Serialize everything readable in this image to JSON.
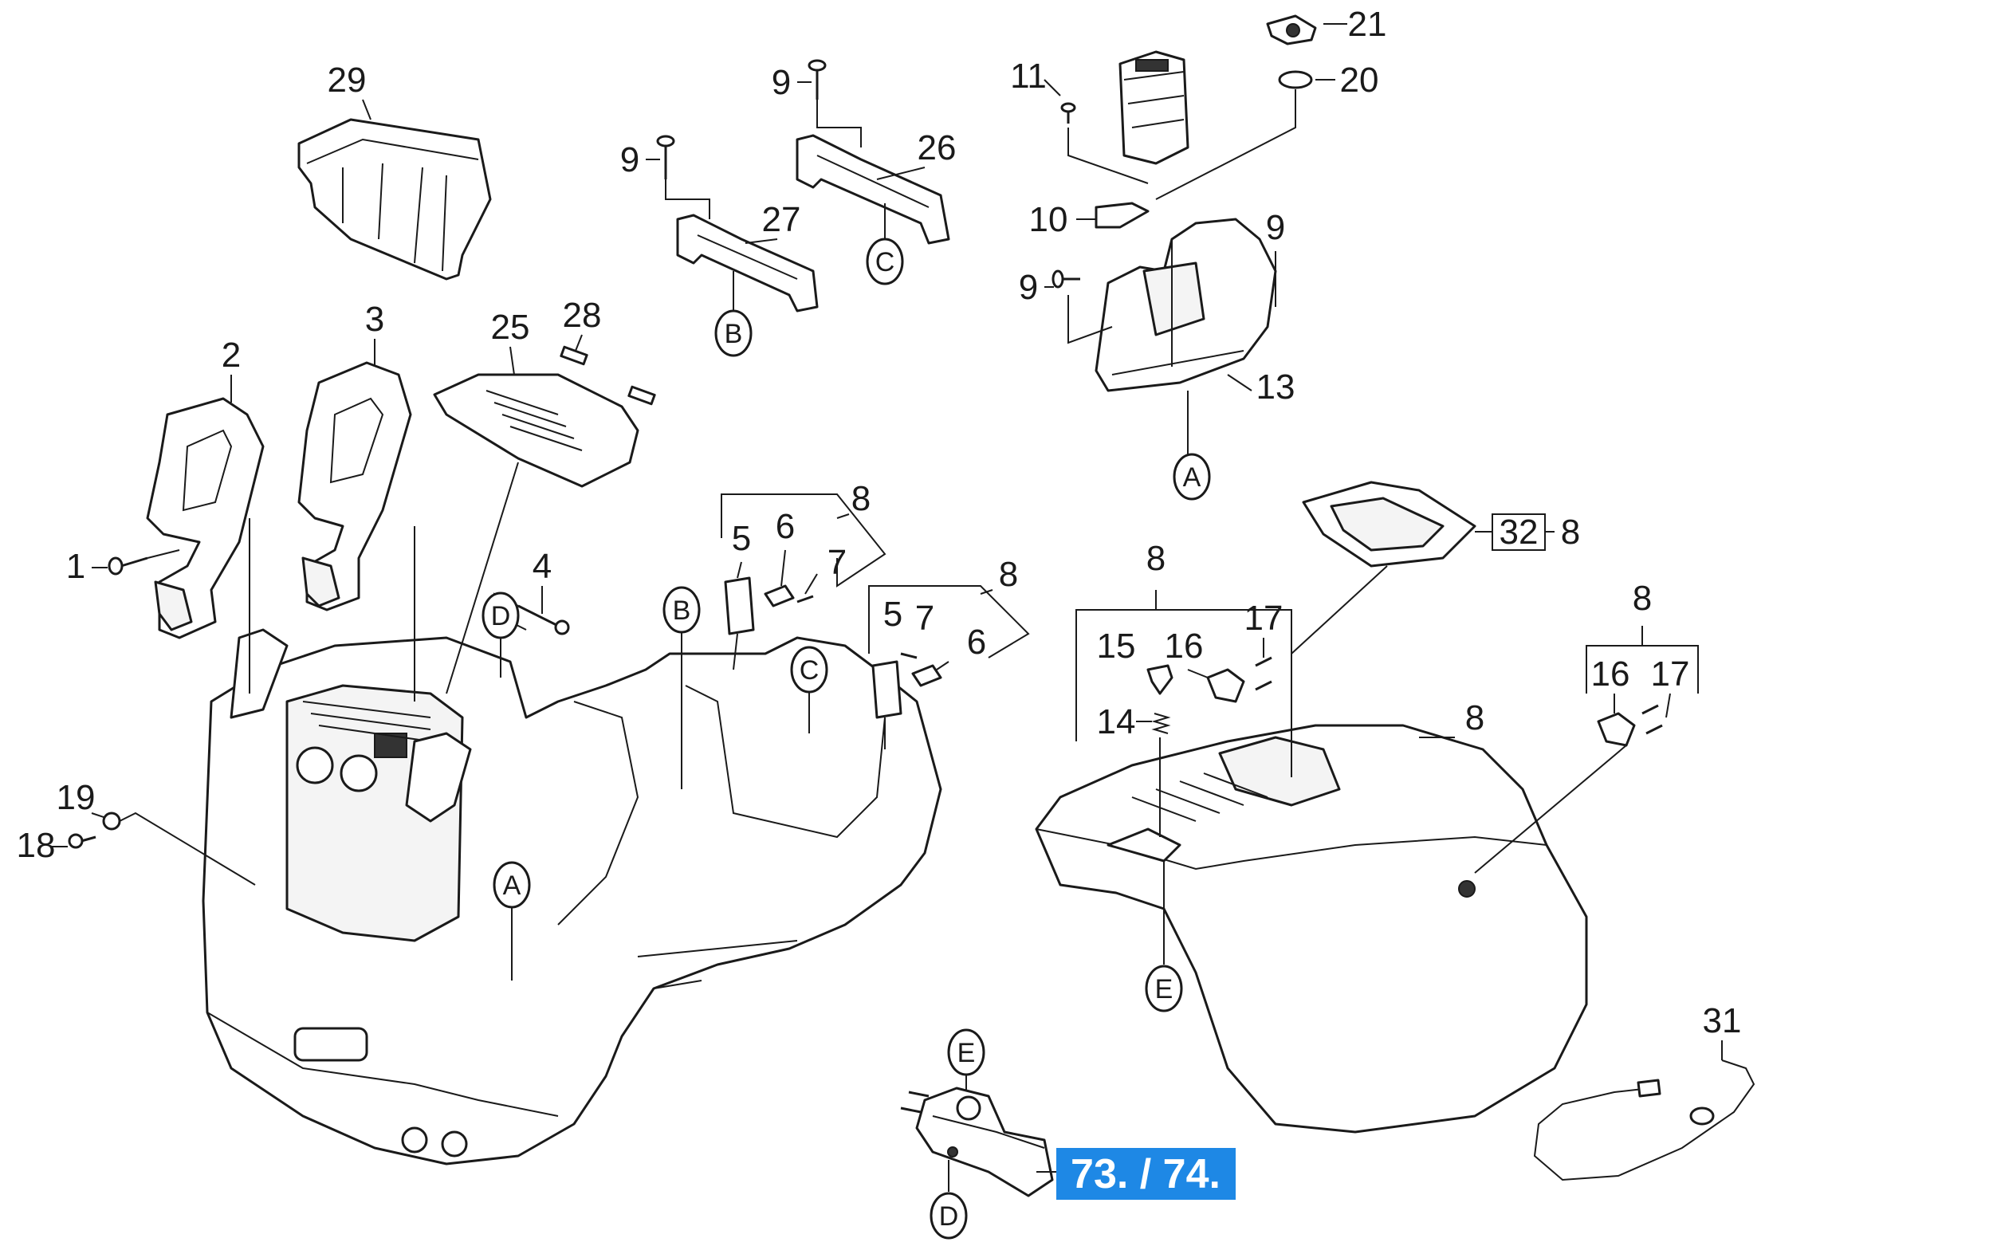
{
  "parts": {
    "p1": "1",
    "p2": "2",
    "p3": "3",
    "p4": "4",
    "p5a": "5",
    "p6a": "6",
    "p7a": "7",
    "p8a": "8",
    "p5b": "5",
    "p7b": "7",
    "p6b": "6",
    "p8b": "8",
    "p8c": "8",
    "p15": "15",
    "p16a": "16",
    "p17a": "17",
    "p14": "14",
    "p8d": "8",
    "p16b": "16",
    "p17b": "17",
    "p8e": "8",
    "p9a": "9",
    "p9b": "9",
    "p9c": "9",
    "p9d": "9",
    "p10": "10",
    "p11": "11",
    "p13": "13",
    "p18": "18",
    "p19": "19",
    "p20": "20",
    "p21": "21",
    "p25": "25",
    "p26": "26",
    "p27": "27",
    "p28": "28",
    "p29": "29",
    "p31": "31",
    "p32": "32",
    "p8f": "8"
  },
  "refs": {
    "a_top": "A",
    "a_base": "A",
    "b_top": "B",
    "b_base": "B",
    "c_top": "C",
    "c_base": "C",
    "d_base": "D",
    "d_bottom": "D",
    "e_cover": "E",
    "e_bottom": "E"
  },
  "callout": {
    "label": "73. / 74.",
    "color": "#1e88e5"
  }
}
